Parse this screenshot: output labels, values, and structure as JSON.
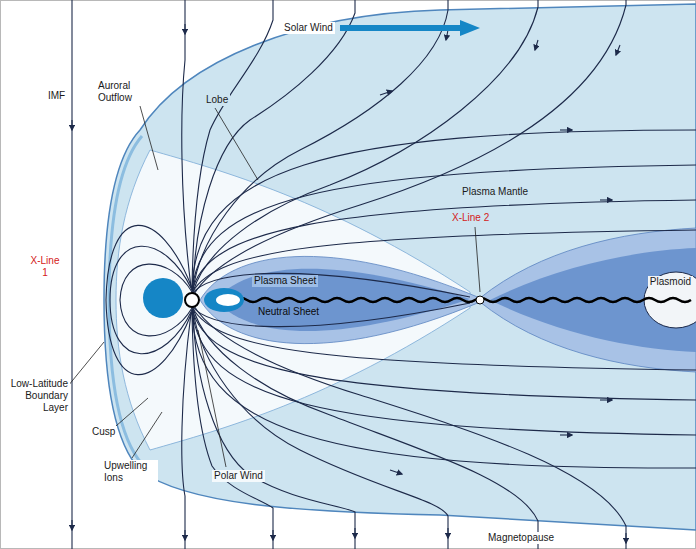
{
  "diagram": {
    "labels": [
      "Solar Wind",
      "IMF",
      "Auroral Outflow",
      "Lobe",
      "Plasma Mantle",
      "X-Line 1",
      "X-Line 2",
      "Plasma Sheet",
      "Neutral Sheet",
      "Plasmoid",
      "Low-Latitude Boundary Layer",
      "Cusp",
      "Upwelling Ions",
      "Polar Wind",
      "Magnetopause"
    ]
  }
}
